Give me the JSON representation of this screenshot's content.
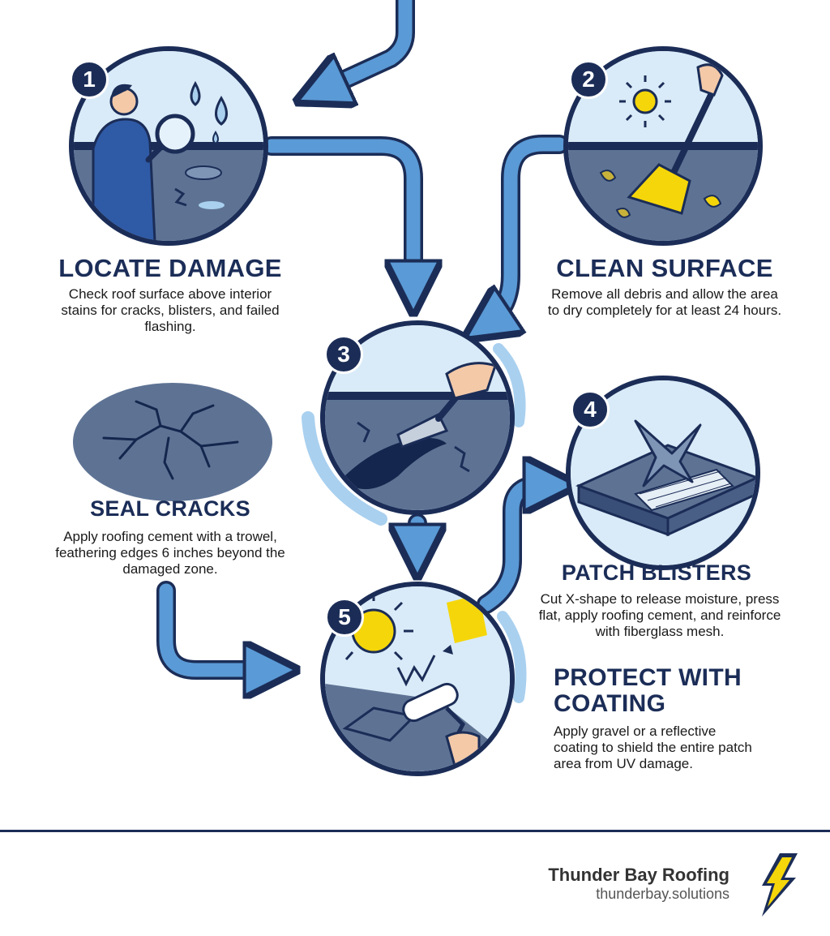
{
  "steps": [
    {
      "number": "1",
      "title": "LOCATE DAMAGE",
      "description": "Check roof surface above interior stains for cracks, blisters, and failed flashing."
    },
    {
      "number": "2",
      "title": "CLEAN SURFACE",
      "description": "Remove all debris and allow the area to dry completely for at least 24 hours."
    },
    {
      "number": "3",
      "title": "SEAL CRACKS",
      "description": "Apply roofing cement with a trowel, feathering edges 6 inches beyond the damaged zone."
    },
    {
      "number": "4",
      "title": "PATCH BLISTERS",
      "description": "Cut X-shape to release moisture, press flat, apply roofing cement, and reinforce with fiberglass mesh."
    },
    {
      "number": "5",
      "title": "PROTECT WITH COATING",
      "description": "Apply gravel or a reflective coating to shield the entire patch area from UV damage."
    }
  ],
  "icons": [
    "magnifier-icon",
    "broom-icon",
    "trowel-icon",
    "x-cut-icon",
    "sun-icon",
    "paint-roller-icon",
    "lightning-bolt-icon"
  ],
  "colors": {
    "navy": "#1b2d57",
    "flow_blue": "#5a9ad6",
    "flow_light": "#d6e9f8",
    "sun": "#f5d60a",
    "roof": "#5e7394"
  },
  "brand": {
    "name": "Thunder Bay Roofing",
    "url": "thunderbay.solutions"
  }
}
